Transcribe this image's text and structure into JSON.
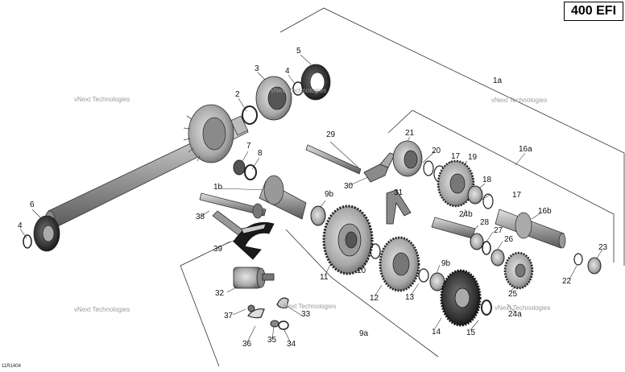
{
  "badge": "400 EFI",
  "doc_id": "11R1404",
  "watermark": "vNext Technologies",
  "callouts": {
    "c1a": "1a",
    "c1b": "1b",
    "c2": "2",
    "c3": "3",
    "c4a": "4",
    "c4b": "4",
    "c5": "5",
    "c6": "6",
    "c7": "7",
    "c8": "8",
    "c9a": "9a",
    "c9b1": "9b",
    "c9b2": "9b",
    "c10": "10",
    "c11": "11",
    "c12": "12",
    "c13": "13",
    "c14": "14",
    "c15": "15",
    "c16a": "16a",
    "c16b": "16b",
    "c17a": "17",
    "c17b": "17",
    "c18": "18",
    "c19": "19",
    "c20": "20",
    "c21": "21",
    "c22": "22",
    "c23": "23",
    "c24a": "24a",
    "c24b": "24b",
    "c25": "25",
    "c26": "26",
    "c27": "27",
    "c28": "28",
    "c29": "29",
    "c30": "30",
    "c31": "31",
    "c32": "32",
    "c33": "33",
    "c34": "34",
    "c35": "35",
    "c36": "36",
    "c37": "37",
    "c38": "38",
    "c39": "39"
  },
  "colors": {
    "line": "#222222",
    "part_dark": "#555555",
    "part_light": "#c8c8c8",
    "watermark": "#9a9a9a"
  }
}
